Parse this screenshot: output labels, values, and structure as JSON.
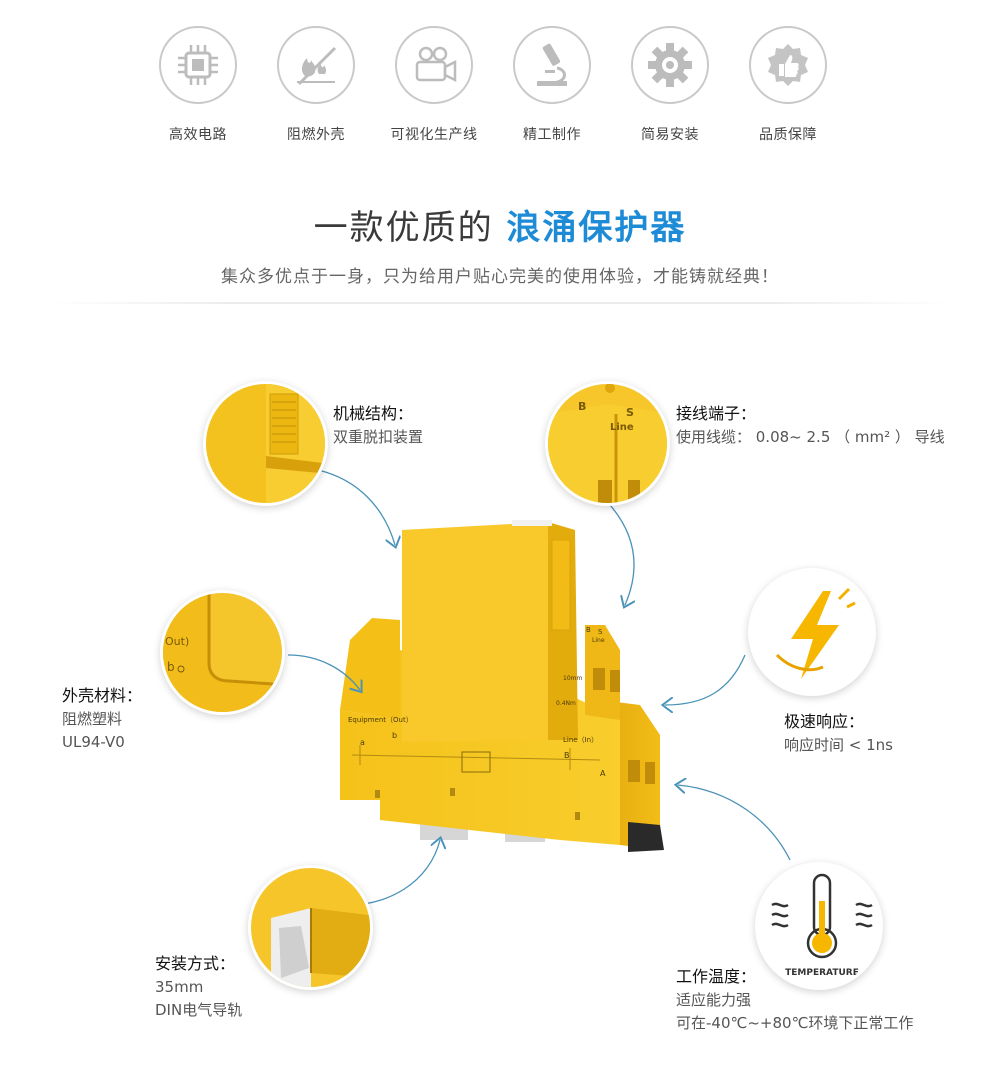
{
  "features": [
    {
      "label": "高效电路",
      "icon": "chip-icon"
    },
    {
      "label": "阻燃外壳",
      "icon": "flame-retardant-icon"
    },
    {
      "label": "可视化生产线",
      "icon": "video-camera-icon"
    },
    {
      "label": "精工制作",
      "icon": "microscope-icon"
    },
    {
      "label": "简易安装",
      "icon": "gear-icon"
    },
    {
      "label": "品质保障",
      "icon": "thumbs-up-icon"
    }
  ],
  "heading": {
    "prefix": "一款优质的 ",
    "accent": "浪涌保护器"
  },
  "subheading": "集众多优点于一身，只为给用户贴心完美的使用体验，才能铸就经典！",
  "device": {
    "equipment_label": "Equipment（Out）",
    "line_in_label": "Line（In）",
    "line_label": "Line",
    "terminal_b": "B",
    "terminal_s": "S",
    "b_label": "b",
    "a_label": "a",
    "big_b_label": "B",
    "big_a_label": "A",
    "mm_label": "10mm",
    "torque_label": "0.4Nm"
  },
  "callouts": {
    "mechanical": {
      "title": "机械结构：",
      "lines": [
        "双重脱扣装置"
      ]
    },
    "terminal": {
      "title": "接线端子：",
      "lines": [
        "使用线缆： 0.08~ 2.5 （ mm² ） 导线"
      ]
    },
    "shell": {
      "title": "外壳材料：",
      "lines": [
        "阻燃塑料",
        "UL94-V0"
      ]
    },
    "speed": {
      "title": "极速响应：",
      "lines": [
        "响应时间 < 1ns"
      ]
    },
    "install": {
      "title": "安装方式：",
      "lines": [
        "35mm",
        "DIN电气导轨"
      ]
    },
    "temperature": {
      "title": "工作温度：",
      "lines": [
        "适应能力强",
        "可在-40℃~+80℃环境下正常工作"
      ]
    }
  },
  "zoom_labels": {
    "out": "Out)",
    "b": "b",
    "terminal_b": "B",
    "terminal_s": "S",
    "terminal_line": "Line"
  },
  "temperature_badge": "TEMPERATURE",
  "colors": {
    "accent": "#1e8bd6",
    "device_yellow": "#f7c51b",
    "device_shadow": "#e0a90a",
    "arrow": "#4a92b8"
  }
}
